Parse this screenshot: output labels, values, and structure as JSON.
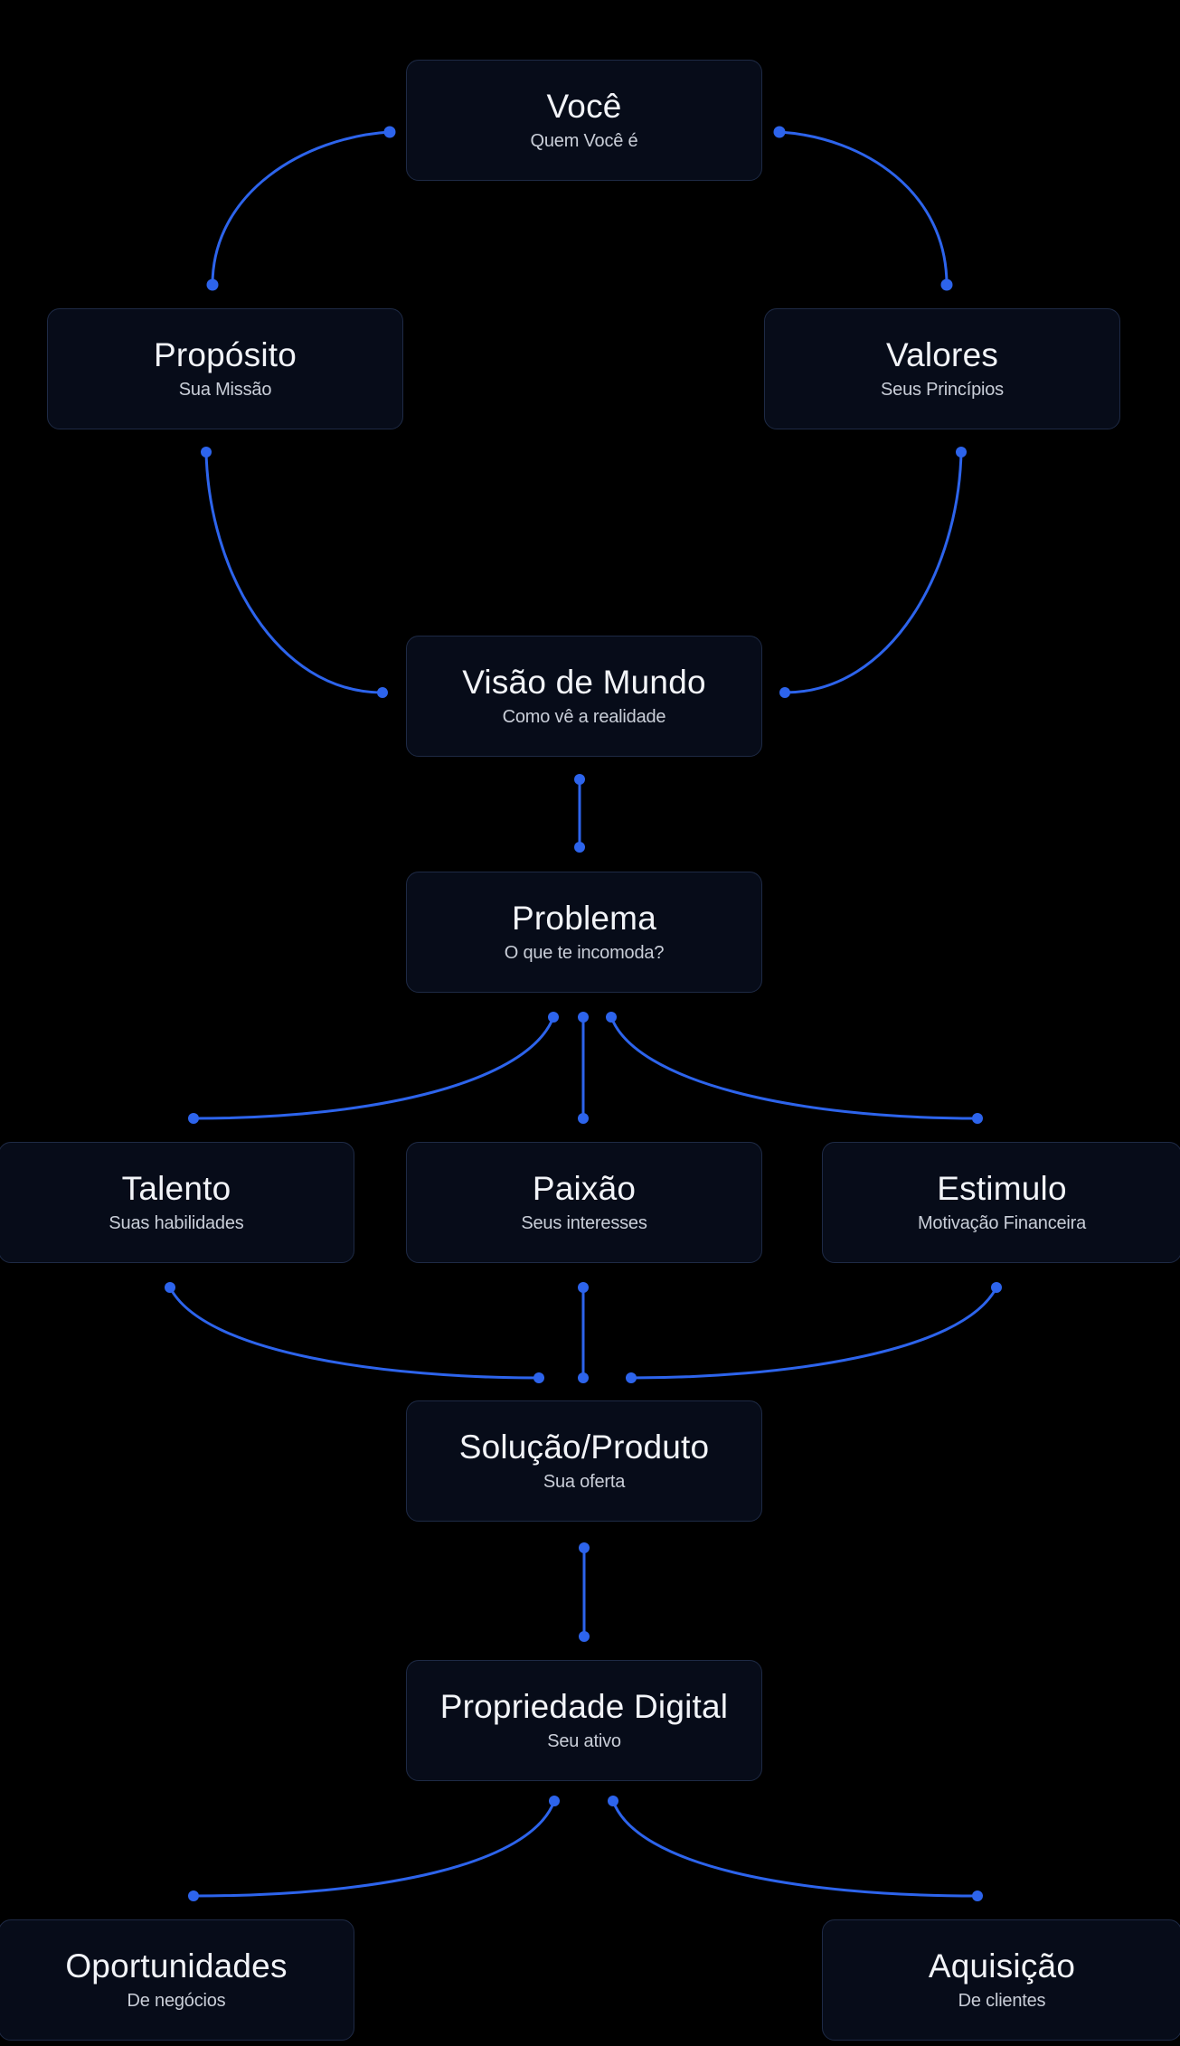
{
  "colors": {
    "background": "#000000",
    "node_fill": "#070c19",
    "node_border": "#1e2a45",
    "connector": "#2d64ec",
    "title_text": "#f2f4f8",
    "subtitle_text": "#c9ced8"
  },
  "nodes": {
    "voce": {
      "title": "Você",
      "subtitle": "Quem Você é"
    },
    "proposito": {
      "title": "Propósito",
      "subtitle": "Sua Missão"
    },
    "valores": {
      "title": "Valores",
      "subtitle": "Seus Princípios"
    },
    "visao": {
      "title": "Visão de Mundo",
      "subtitle": "Como vê a realidade"
    },
    "problema": {
      "title": "Problema",
      "subtitle": "O que te incomoda?"
    },
    "talento": {
      "title": "Talento",
      "subtitle": "Suas habilidades"
    },
    "paixao": {
      "title": "Paixão",
      "subtitle": "Seus interesses"
    },
    "estimulo": {
      "title": "Estimulo",
      "subtitle": "Motivação Financeira"
    },
    "solucao": {
      "title": "Solução/Produto",
      "subtitle": "Sua oferta"
    },
    "propriedade": {
      "title": "Propriedade Digital",
      "subtitle": "Seu ativo"
    },
    "oportunidades": {
      "title": "Oportunidades",
      "subtitle": "De negócios"
    },
    "aquisicao": {
      "title": "Aquisição",
      "subtitle": "De clientes"
    }
  },
  "edges": [
    {
      "from": "voce",
      "to": "proposito"
    },
    {
      "from": "voce",
      "to": "valores"
    },
    {
      "from": "proposito",
      "to": "visao"
    },
    {
      "from": "valores",
      "to": "visao"
    },
    {
      "from": "visao",
      "to": "problema"
    },
    {
      "from": "problema",
      "to": "talento"
    },
    {
      "from": "problema",
      "to": "paixao"
    },
    {
      "from": "problema",
      "to": "estimulo"
    },
    {
      "from": "talento",
      "to": "solucao"
    },
    {
      "from": "paixao",
      "to": "solucao"
    },
    {
      "from": "estimulo",
      "to": "solucao"
    },
    {
      "from": "solucao",
      "to": "propriedade"
    },
    {
      "from": "propriedade",
      "to": "oportunidades"
    },
    {
      "from": "propriedade",
      "to": "aquisicao"
    }
  ]
}
